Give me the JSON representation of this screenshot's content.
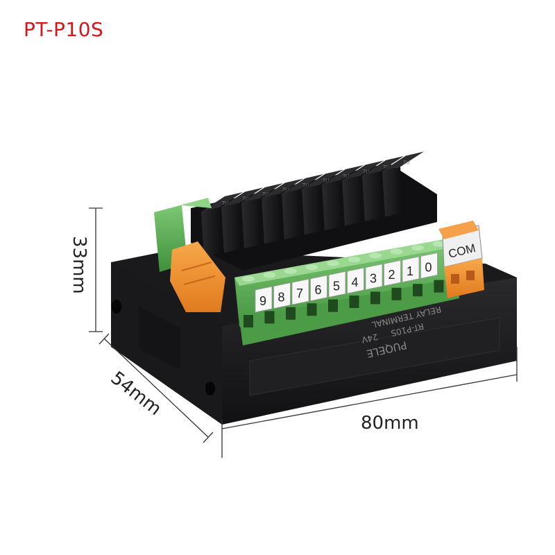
{
  "title": "PT-P10S",
  "dimensions": {
    "height": "33mm",
    "depth": "54mm",
    "width": "80mm"
  },
  "device": {
    "brand": "PUQELE",
    "model": "RT-P10S",
    "voltage": "24V",
    "type": "RELAY TERMINAL",
    "channel_labels": [
      "9",
      "8",
      "7",
      "6",
      "5",
      "4",
      "3",
      "2",
      "1",
      "0"
    ],
    "com_label": "COM",
    "relay_mark": "TU",
    "colors": {
      "housing": "#1c1c1e",
      "terminal_green": "#5fb35a",
      "com_orange": "#f08a2c",
      "relay_body": "#151517",
      "dimension_lines": "#333333"
    }
  }
}
